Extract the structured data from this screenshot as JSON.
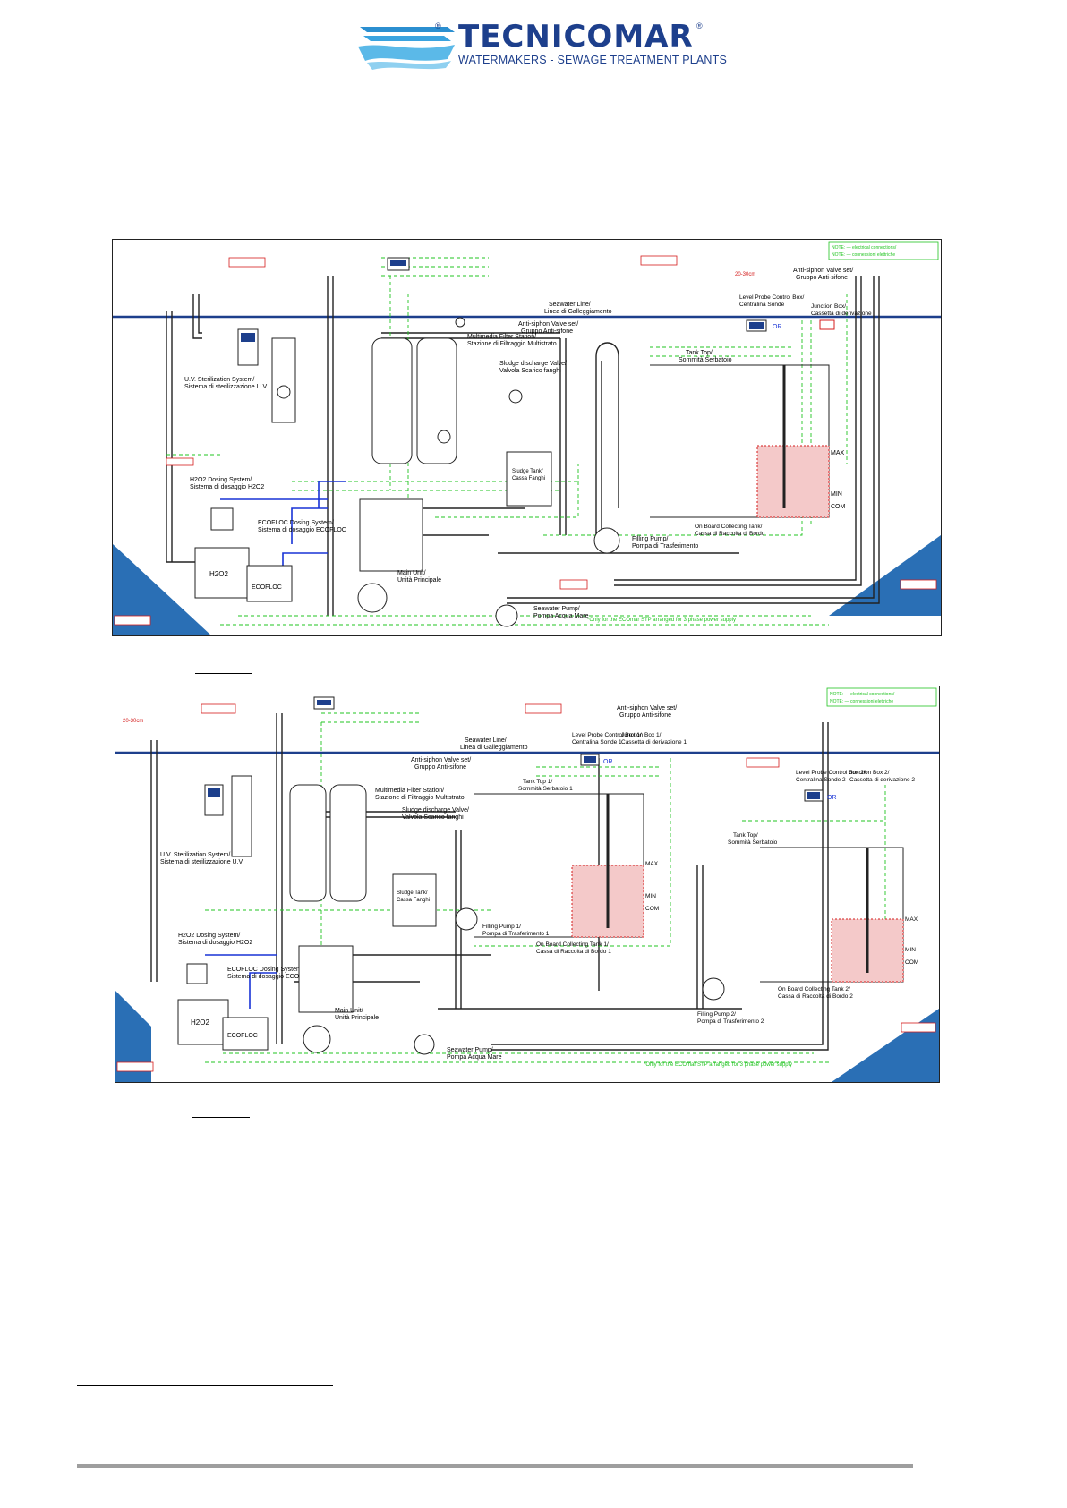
{
  "header": {
    "brand": "TECNICOMAR",
    "tagline": "WATERMAKERS - SEWAGE TREATMENT PLANTS",
    "reg_mark": "®"
  },
  "colors": {
    "brand": "#1d3f8c",
    "sea": "#2a6fb5",
    "electrical": "#22c422",
    "connector": "#d41c1c",
    "pipe": "#222222"
  },
  "diagram1": {
    "note_electrical": "NOTE: — electrical connections/",
    "note_connector": "NOTE: — connessioni elettriche",
    "seawater_line": "Seawater Line/",
    "seawater_line_it": "Linea di Galleggiamento",
    "uv_system": "U.V. Sterilization System/",
    "uv_system_it": "Sistema di sterilizzazione U.V.",
    "multimedia_filter": "Multimedia Filter Station/",
    "multimedia_filter_it": "Stazione di Filtraggio Multistrato",
    "anti_siphon": "Anti-siphon Valve set/",
    "anti_siphon_it": "Gruppo Anti-sifone",
    "level_probe": "Level Probe Control Box/",
    "level_probe_it": "Centralina Sonde",
    "junction_box": "Junction Box/",
    "junction_box_it": "Cassetta di derivazione",
    "sludge_valve": "Sludge discharge Valve/",
    "sludge_valve_it": "Valvola Scarico fanghi",
    "tank_top": "Tank Top/",
    "tank_top_it": "Sommità Serbatoio",
    "sludge_tank": "Sludge Tank/",
    "sludge_tank_it": "Cassa Fanghi",
    "h2o2_dosing": "H2O2 Dosing System/",
    "h2o2_dosing_it": "Sistema di dosaggio H2O2",
    "ecofloc_dosing": "ECOFLOC Dosing System/",
    "ecofloc_dosing_it": "Sistema di dosaggio ECOFLOC",
    "main_unit": "Main Unit/",
    "main_unit_it": "Unità Principale",
    "filling_pump": "Filling Pump/",
    "filling_pump_it": "Pompa di Trasferimento",
    "collecting_tank": "On Board Collecting Tank/",
    "collecting_tank_it": "Cassa di Raccolta di Bordo",
    "seawater_pump": "Seawater Pump/",
    "seawater_pump_it": "Pompa Acqua Mare",
    "h2o2_tank": "H2O2",
    "ecofloc_tank": "ECOFLOC",
    "max": "MAX",
    "min": "MIN",
    "com": "COM",
    "or": "OR",
    "distance": "20-30cm",
    "footnote": "*Only for the ECOmar STP arranged for 3 phase power supply"
  },
  "diagram2": {
    "note_electrical": "NOTE: — electrical connections/",
    "note_connector": "NOTE: — connessioni elettriche",
    "seawater_line": "Seawater Line/",
    "seawater_line_it": "Linea di Galleggiamento",
    "uv_system": "U.V. Sterilization System/",
    "uv_system_it": "Sistema di sterilizzazione U.V.",
    "multimedia_filter": "Multimedia Filter Station/",
    "multimedia_filter_it": "Stazione di Filtraggio Multistrato",
    "anti_siphon": "Anti-siphon Valve set/",
    "anti_siphon_it": "Gruppo Anti-sifone",
    "level_probe_1": "Level Probe Control Box 1/",
    "level_probe_1_it": "Centralina Sonde 1",
    "junction_box_1": "Junction Box 1/",
    "junction_box_1_it": "Cassetta di derivazione 1",
    "level_probe_2": "Level Probe Control Box 2/",
    "level_probe_2_it": "Centralina Sonde 2",
    "junction_box_2": "Junction Box 2/",
    "junction_box_2_it": "Cassetta di derivazione 2",
    "tank_top_1": "Tank Top 1/",
    "tank_top_1_it": "Sommità Serbatoio 1",
    "tank_top_2": "Tank Top/",
    "tank_top_2_it": "Sommità Serbatoio",
    "sludge_valve": "Sludge discharge Valve/",
    "sludge_valve_it": "Valvola Scarico fanghi",
    "sludge_tank": "Sludge Tank/",
    "sludge_tank_it": "Cassa Fanghi",
    "h2o2_dosing": "H2O2 Dosing System/",
    "h2o2_dosing_it": "Sistema di dosaggio H2O2",
    "ecofloc_dosing": "ECOFLOC Dosing System/",
    "ecofloc_dosing_it": "Sistema di dosaggio ECOFLOC",
    "main_unit": "Main Unit/",
    "main_unit_it": "Unità Principale",
    "filling_pump_1": "Filling Pump 1/",
    "filling_pump_1_it": "Pompa di Trasferimento 1",
    "filling_pump_2": "Filling Pump 2/",
    "filling_pump_2_it": "Pompa di Trasferimento 2",
    "collecting_tank_1": "On Board Collecting Tank 1/",
    "collecting_tank_1_it": "Cassa di Raccolta di Bordo 1",
    "collecting_tank_2": "On Board Collecting Tank 2/",
    "collecting_tank_2_it": "Cassa di Raccolta di Bordo 2",
    "seawater_pump": "Seawater Pump/",
    "seawater_pump_it": "Pompa Acqua Mare",
    "h2o2_tank": "H2O2",
    "ecofloc_tank": "ECOFLOC",
    "max": "MAX",
    "min": "MIN",
    "com": "COM",
    "or": "OR",
    "distance": "20-30cm",
    "footnote": "*Only for the ECOmar STP arranged for 3 phase power supply"
  }
}
